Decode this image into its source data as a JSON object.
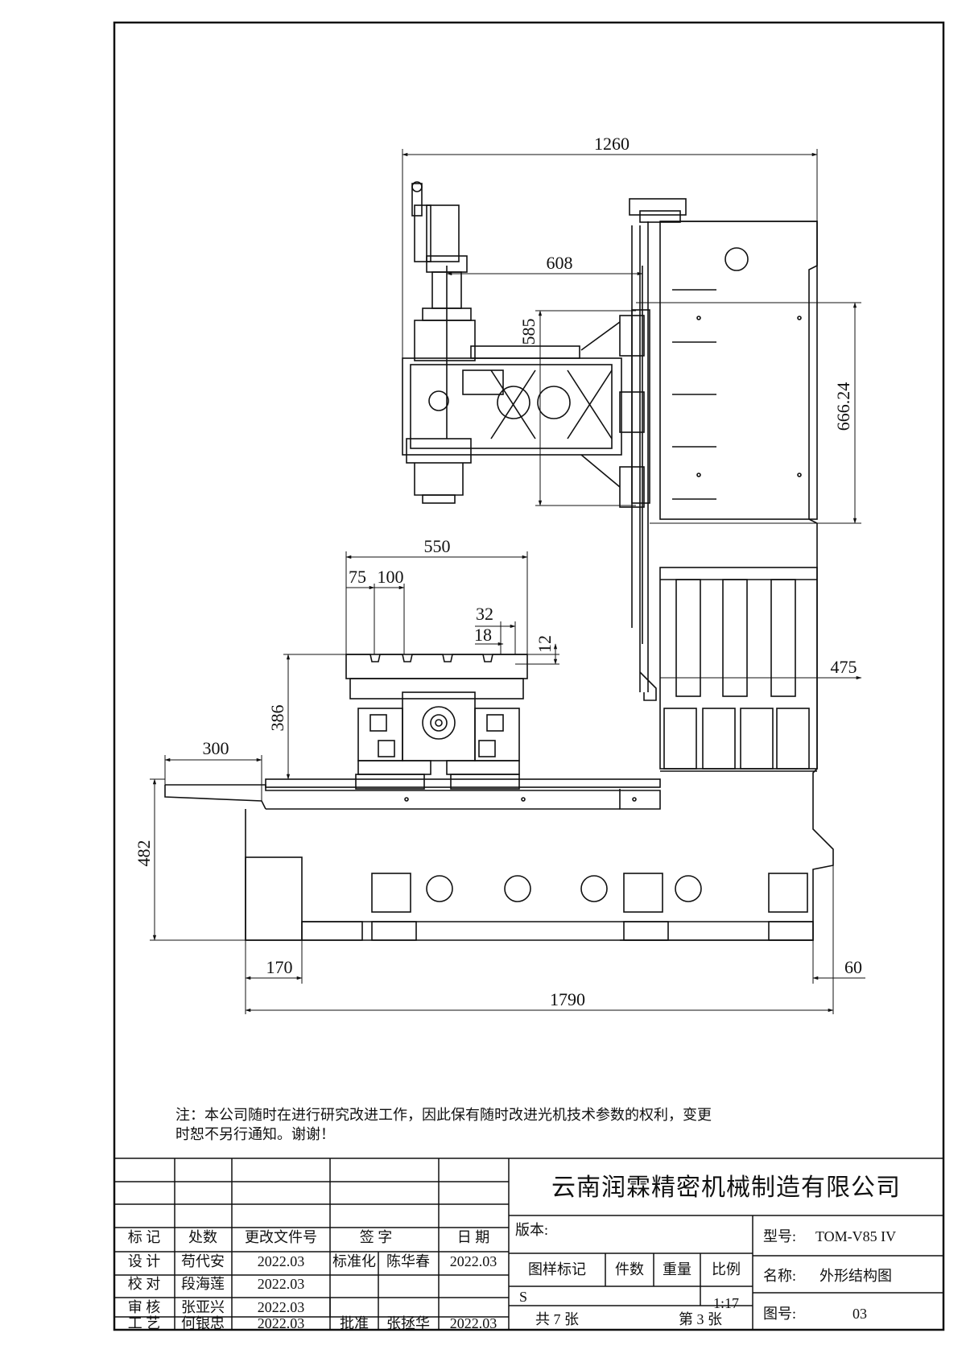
{
  "dimensions": {
    "d1260": "1260",
    "d608": "608",
    "d585": "585",
    "d666": "666.24",
    "d550": "550",
    "d75": "75",
    "d100": "100",
    "d32": "32",
    "d18": "18",
    "d12": "12",
    "d386": "386",
    "d300": "300",
    "d475": "475",
    "d482": "482",
    "d170": "170",
    "d60": "60",
    "d1790": "1790"
  },
  "note": {
    "line1": "注：本公司随时在进行研究改进工作，因此保有随时改进光机技术参数的权利，变更",
    "line2": "时恕不另行通知。谢谢！"
  },
  "title_block": {
    "company": "云南润霖精密机械制造有限公司",
    "headers": {
      "mark": "标 记",
      "count": "处数",
      "change_doc": "更改文件号",
      "sign": "签 字",
      "date": "日 期"
    },
    "rows": [
      {
        "role": "设 计",
        "name": "苟代安",
        "date": "2022.03"
      },
      {
        "role": "校 对",
        "name": "段海莲",
        "date": "2022.03"
      },
      {
        "role": "审 核",
        "name": "张亚兴",
        "date": "2022.03"
      },
      {
        "role": "工 艺",
        "name": "何银忠",
        "date": "2022.03"
      }
    ],
    "standard": {
      "label": "标准化",
      "name": "陈华春",
      "date": "2022.03"
    },
    "approve": {
      "label": "批准",
      "name": "张拯华",
      "date": "2022.03"
    },
    "version_label": "版本:",
    "sample_mark_label": "图样标记",
    "pieces_label": "件数",
    "weight_label": "重量",
    "scale_label": "比例",
    "sample_mark_value": "S",
    "scale_value": "1:17",
    "total_sheets": "共 7 张",
    "sheet_no": "第 3 张",
    "model_label": "型号:",
    "model_value": "TOM-V85 IV",
    "name_label": "名称:",
    "name_value": "外形结构图",
    "drawing_no_label": "图号:",
    "drawing_no_value": "03"
  }
}
